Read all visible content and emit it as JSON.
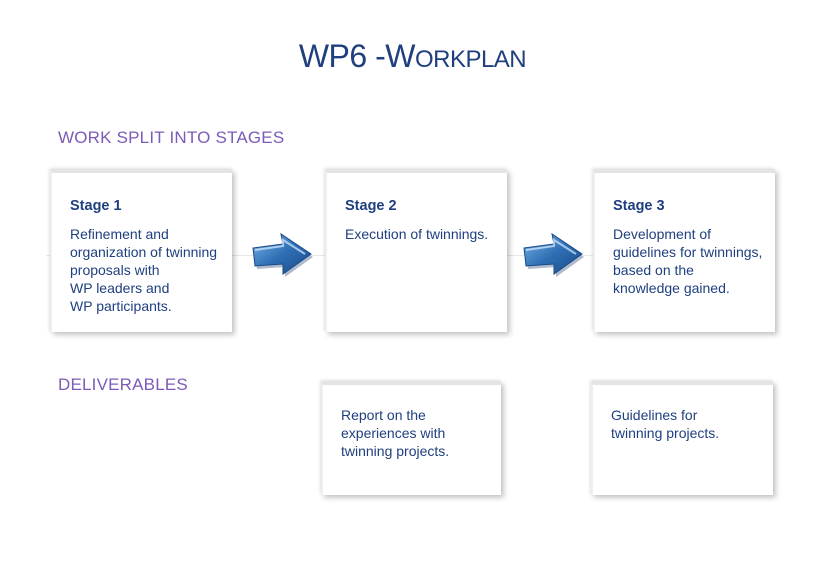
{
  "title": {
    "main": "WP6 -",
    "w": "W",
    "rest": "ORKPLAN"
  },
  "sections": {
    "stages_label": "WORK SPLIT INTO STAGES",
    "deliverables_label": "DELIVERABLES"
  },
  "stages": [
    {
      "heading": "Stage 1",
      "text": "Refinement and\norganization of twinning\nproposals with\nWP leaders and\nWP participants."
    },
    {
      "heading": "Stage 2",
      "text": "Execution of twinnings."
    },
    {
      "heading": "Stage 3",
      "text": "Development of\nguidelines for twinnings,\nbased on the\nknowledge gained."
    }
  ],
  "deliverables": [
    {
      "text": "Report on the\nexperiences with\ntwinning projects."
    },
    {
      "text": "Guidelines for\ntwinning projects."
    }
  ],
  "colors": {
    "title": "#1f3f7f",
    "section": "#7c5ab8",
    "arrow": "#2f6fb5"
  },
  "icons": {
    "flow_arrow": "right-arrow-icon"
  }
}
